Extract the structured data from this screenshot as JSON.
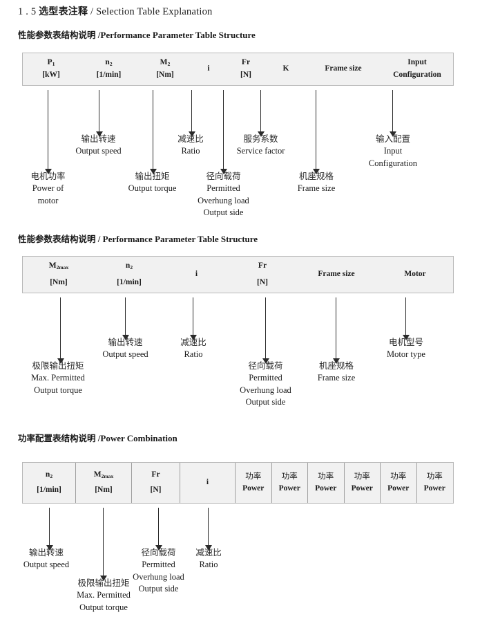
{
  "document": {
    "section_number": "1 . 5",
    "title_cn": "选型表注释",
    "title_sep": "/",
    "title_en": "Selection Table Explanation"
  },
  "sections": [
    {
      "heading_cn": "性能参数表结构说明",
      "heading_sep": "/",
      "heading_en": "Performance Parameter Table Structure",
      "table": {
        "name": "performance-parameter-table",
        "columns": [
          {
            "line1": "P1",
            "line2": "[kW]"
          },
          {
            "line1": "n2",
            "line2": "[1/min]"
          },
          {
            "line1": "M2",
            "line2": "[Nm]"
          },
          {
            "line1": "i",
            "line2": ""
          },
          {
            "line1": "Fr",
            "line2": "[N]"
          },
          {
            "line1": "K",
            "line2": ""
          },
          {
            "line1": "Frame size",
            "line2": ""
          },
          {
            "line1": "Input",
            "line2": "Configuration"
          }
        ]
      },
      "annotations": [
        {
          "cn": "电机功率",
          "en": [
            "Power of",
            "motor"
          ]
        },
        {
          "cn": "输出转速",
          "en": [
            "Output speed"
          ]
        },
        {
          "cn": "输出扭矩",
          "en": [
            "Output torque"
          ]
        },
        {
          "cn": "减速比",
          "en": [
            "Ratio"
          ]
        },
        {
          "cn": "径向载荷",
          "en": [
            "Permitted",
            "Overhung load",
            "Output side"
          ]
        },
        {
          "cn": "服务系数",
          "en": [
            "Service factor"
          ]
        },
        {
          "cn": "机座规格",
          "en": [
            "Frame size"
          ]
        },
        {
          "cn": "输入配置",
          "en": [
            "Input",
            "Configuration"
          ]
        }
      ]
    },
    {
      "heading_cn": "性能参数表结构说明",
      "heading_sep": "/",
      "heading_en": "Performance Parameter Table Structure",
      "table": {
        "name": "performance-parameter-table-2",
        "columns": [
          {
            "line1": "M2max",
            "line2": "[Nm]"
          },
          {
            "line1": "n2",
            "line2": "[1/min]"
          },
          {
            "line1": "i",
            "line2": ""
          },
          {
            "line1": "Fr",
            "line2": "[N]"
          },
          {
            "line1": "Frame size",
            "line2": ""
          },
          {
            "line1": "Motor",
            "line2": ""
          }
        ]
      },
      "annotations": [
        {
          "cn": "极限输出扭矩",
          "en": [
            "Max. Permitted",
            "Output  torque"
          ]
        },
        {
          "cn": "输出转速",
          "en": [
            "Output speed"
          ]
        },
        {
          "cn": "减速比",
          "en": [
            "Ratio"
          ]
        },
        {
          "cn": "径向载荷",
          "en": [
            "Permitted",
            "Overhung load",
            "Output side"
          ]
        },
        {
          "cn": "机座规格",
          "en": [
            "Frame size"
          ]
        },
        {
          "cn": "电机型号",
          "en": [
            "Motor type"
          ]
        }
      ]
    },
    {
      "heading_cn": "功率配置表结构说明",
      "heading_sep": "/",
      "heading_en": "Power Combination",
      "table": {
        "name": "power-combination-table",
        "columns": [
          {
            "line1": "n2",
            "line2": "[1/min]"
          },
          {
            "line1": "M2max",
            "line2": "[Nm]"
          },
          {
            "line1": "Fr",
            "line2": "[N]"
          },
          {
            "line1": "i",
            "line2": ""
          },
          {
            "line1": "功率",
            "line2": "Power"
          },
          {
            "line1": "功率",
            "line2": "Power"
          },
          {
            "line1": "功率",
            "line2": "Power"
          },
          {
            "line1": "功率",
            "line2": "Power"
          },
          {
            "line1": "功率",
            "line2": "Power"
          },
          {
            "line1": "功率",
            "line2": "Power"
          }
        ]
      },
      "annotations": [
        {
          "cn": "输出转速",
          "en": [
            "Output speed"
          ]
        },
        {
          "cn": "极限输出扭矩",
          "en": [
            "Max. Permitted",
            "Output  torque"
          ]
        },
        {
          "cn": "径向载荷",
          "en": [
            "Permitted",
            "Overhung load",
            "Output side"
          ]
        },
        {
          "cn": "减速比",
          "en": [
            "Ratio"
          ]
        }
      ]
    }
  ],
  "colors": {
    "table_background": "#f1f1f1",
    "table_border": "#b9b9b9",
    "arrow": "#2b2b2b",
    "text": "#1a1a1a"
  }
}
